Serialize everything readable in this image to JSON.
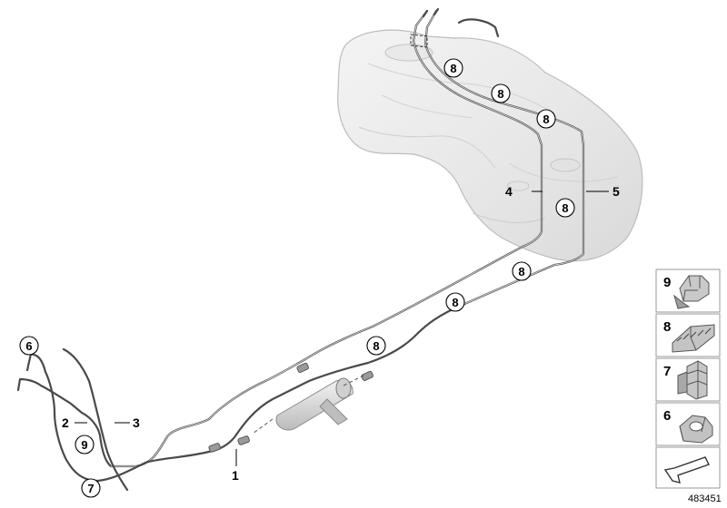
{
  "diagram": {
    "callouts": {
      "part1": "1",
      "part2": "2",
      "part3": "3",
      "part4": "4",
      "part5": "5"
    },
    "clip_markers": {
      "m8a": "8",
      "m8b": "8",
      "m8c": "8",
      "m8d": "8",
      "m8e": "8",
      "m8f": "8",
      "m8g": "8",
      "m6": "6",
      "m9": "9",
      "m7": "7"
    },
    "legend": {
      "item9": "9",
      "item8": "8",
      "item7": "7",
      "item6": "6"
    },
    "reference_number": "483451"
  },
  "colors": {
    "tank_fill": "#ebebeb",
    "tank_outline": "#bdbdbd",
    "pipe": "#4a4a4a",
    "legend_border": "#999999"
  }
}
